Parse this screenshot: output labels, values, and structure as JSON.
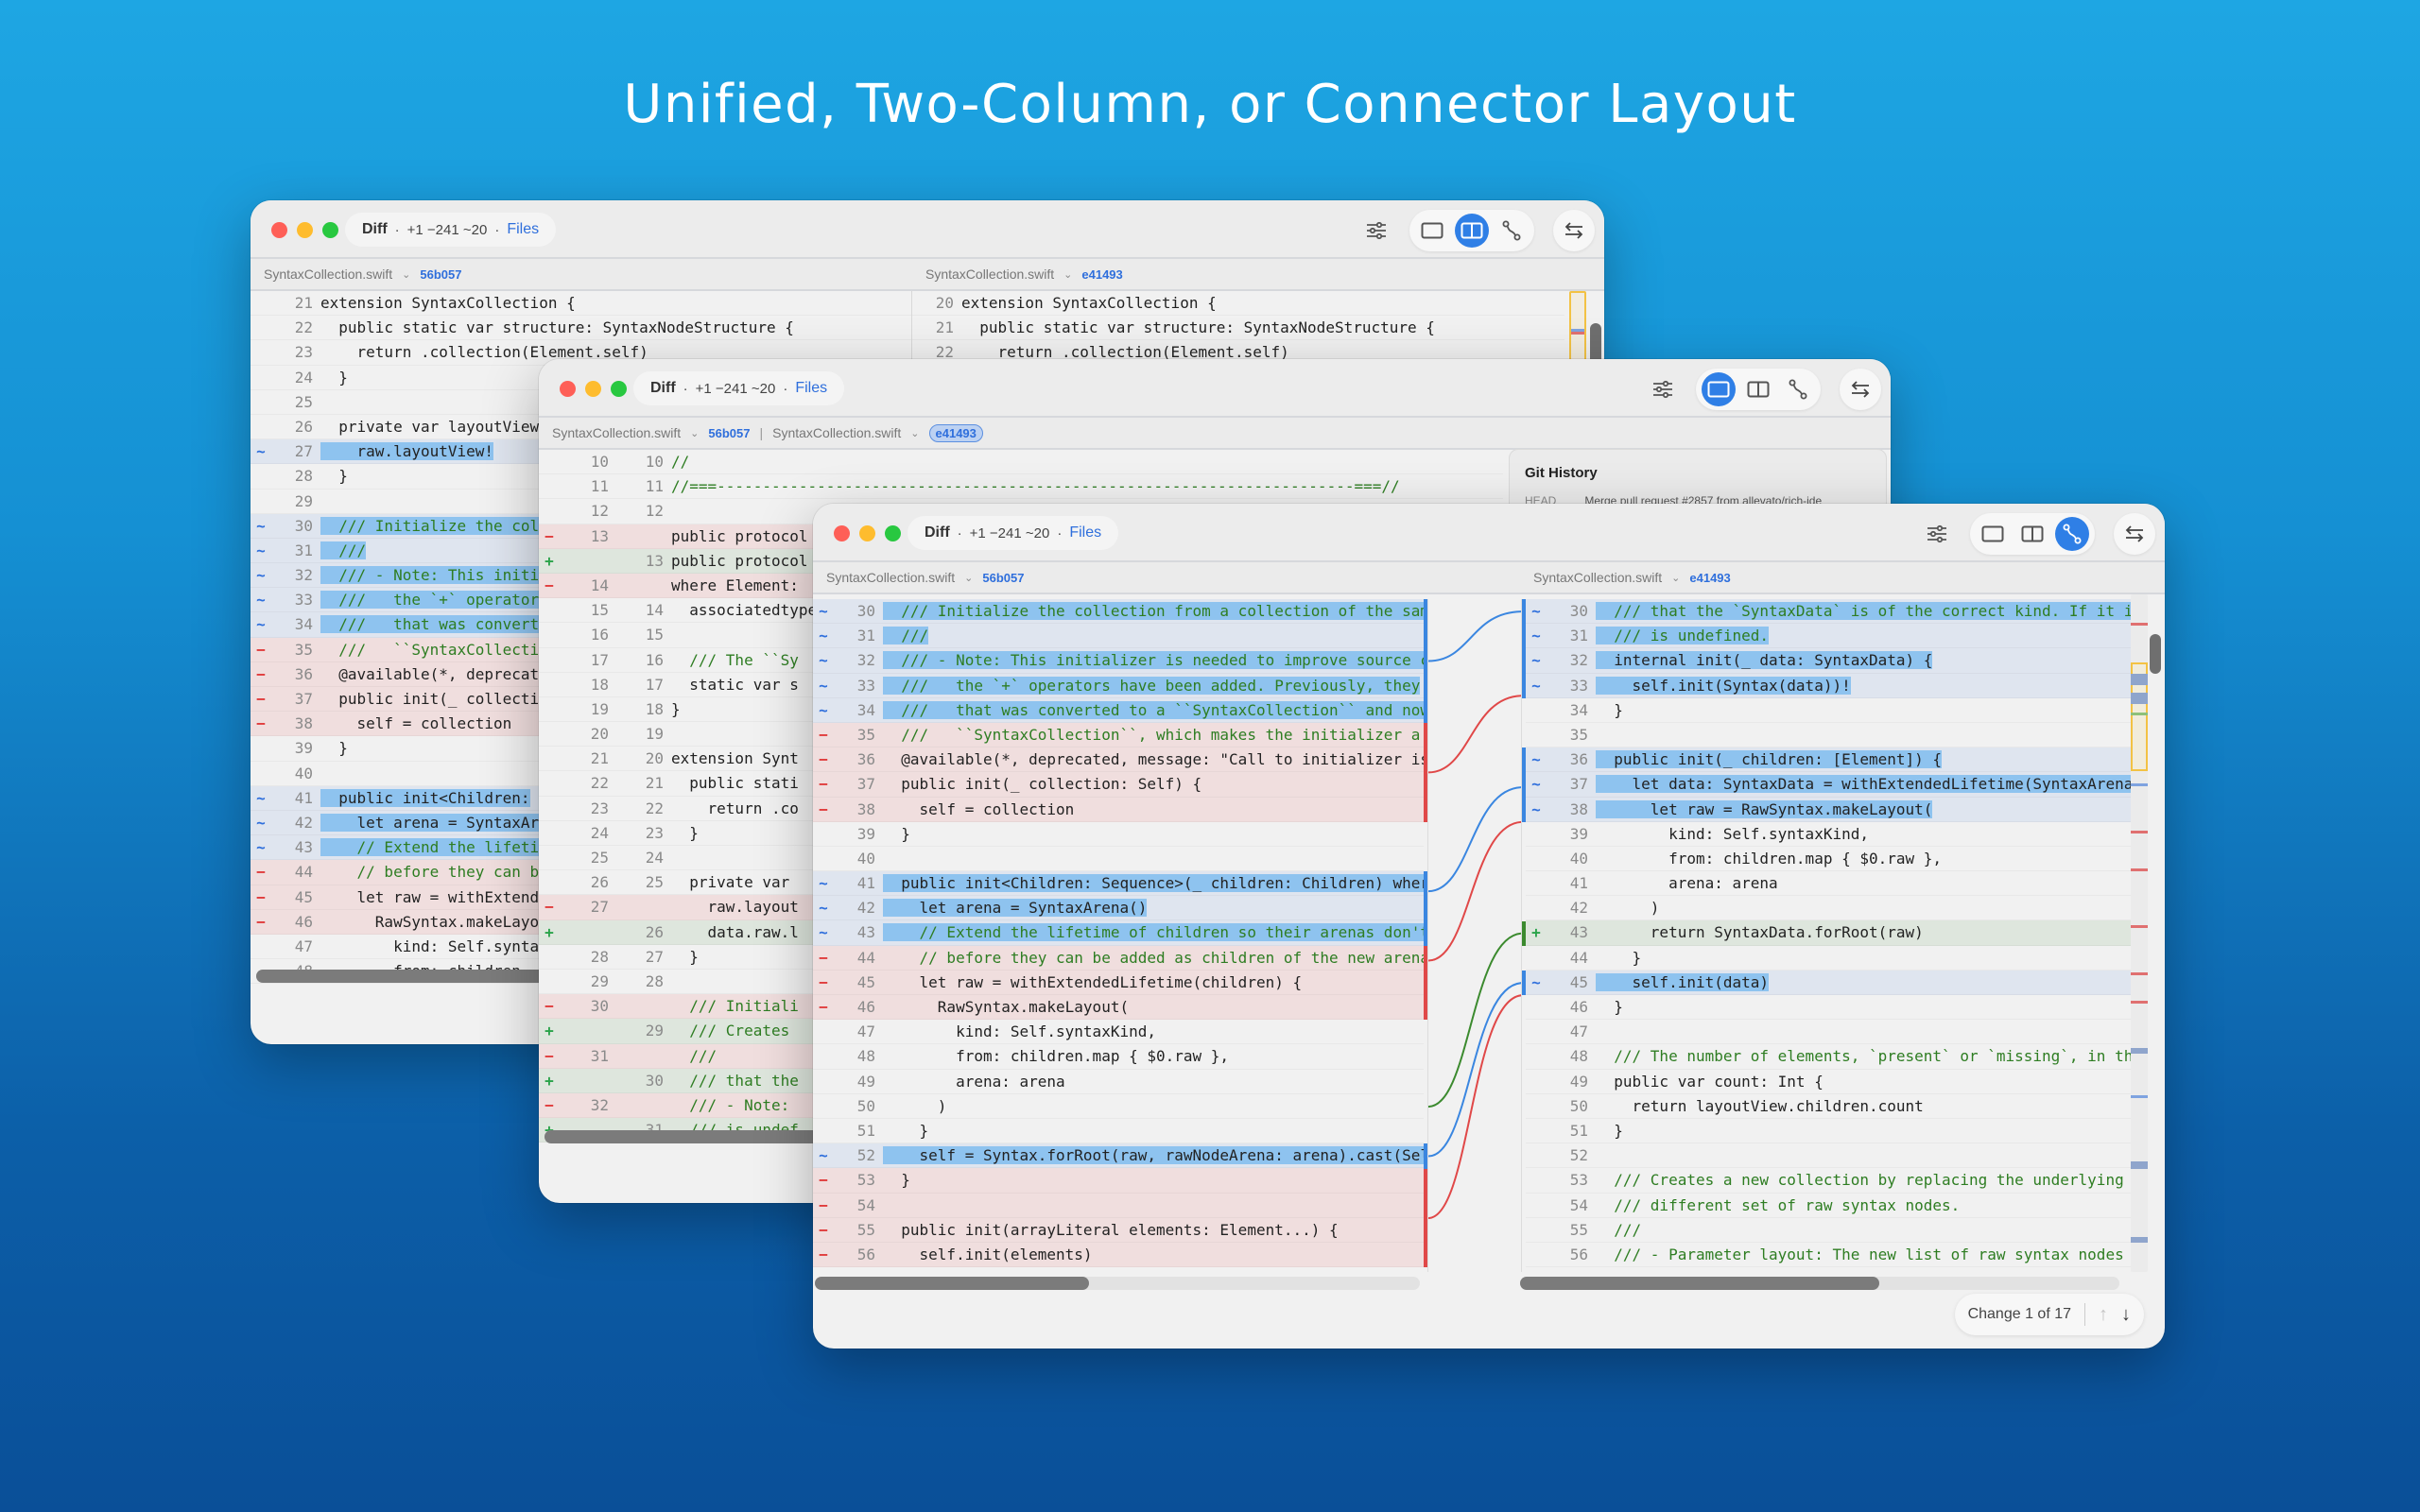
{
  "headline": "Unified, Two-Column, or Connector Layout",
  "common": {
    "title": "Diff",
    "stats": "+1 −241 ~20",
    "dot": "·",
    "files_link": "Files",
    "file_name": "SyntaxCollection.swift",
    "chevron": "⌄",
    "hash_old": "56b057",
    "hash_new": "e41493"
  },
  "windows": [
    {
      "id": "two-column",
      "active_layout": "two-column"
    },
    {
      "id": "unified",
      "active_layout": "unified"
    },
    {
      "id": "connector",
      "active_layout": "connector"
    }
  ],
  "layout_options": [
    "unified",
    "two-column",
    "connector"
  ],
  "git_history": {
    "title": "Git History",
    "rows": [
      {
        "ref": "HEAD",
        "message": "Merge pull request #2857 from allevato/rich-ide"
      }
    ]
  },
  "navigator": {
    "label": "Change 1 of 17",
    "up_icon": "↑",
    "down_icon": "↓"
  },
  "window_two_column": {
    "left_lines": [
      {
        "type": "ctx",
        "n": "21",
        "code": "extension SyntaxCollection {"
      },
      {
        "type": "ctx",
        "n": "22",
        "code": "  public static var structure: SyntaxNodeStructure {"
      },
      {
        "type": "ctx",
        "n": "23",
        "code": "    return .collection(Element.self)"
      },
      {
        "type": "ctx",
        "n": "24",
        "code": "  }"
      },
      {
        "type": "ctx",
        "n": "25",
        "code": ""
      },
      {
        "type": "ctx",
        "n": "26",
        "code": "  private var layoutView"
      },
      {
        "type": "mod",
        "n": "27",
        "code": "    raw.layoutView!"
      },
      {
        "type": "ctx",
        "n": "28",
        "code": "  }"
      },
      {
        "type": "ctx",
        "n": "29",
        "code": ""
      },
      {
        "type": "mod",
        "n": "30",
        "code": "  /// Initialize the col"
      },
      {
        "type": "mod",
        "n": "31",
        "code": "  ///"
      },
      {
        "type": "mod",
        "n": "32",
        "code": "  /// - Note: This initi"
      },
      {
        "type": "mod",
        "n": "33",
        "code": "  ///   the `+` operator"
      },
      {
        "type": "mod",
        "n": "34",
        "code": "  ///   that was convert"
      },
      {
        "type": "del",
        "n": "35",
        "code": "  ///   ``SyntaxCollecti"
      },
      {
        "type": "del",
        "n": "36",
        "code": "  @available(*, deprecat"
      },
      {
        "type": "del",
        "n": "37",
        "code": "  public init(_ collecti"
      },
      {
        "type": "del",
        "n": "38",
        "code": "    self = collection"
      },
      {
        "type": "ctx",
        "n": "39",
        "code": "  }"
      },
      {
        "type": "ctx",
        "n": "40",
        "code": ""
      },
      {
        "type": "mod",
        "n": "41",
        "code": "  public init<Children:"
      },
      {
        "type": "mod",
        "n": "42",
        "code": "    let arena = SyntaxAr"
      },
      {
        "type": "mod",
        "n": "43",
        "code": "    // Extend the lifeti"
      },
      {
        "type": "del",
        "n": "44",
        "code": "    // before they can b"
      },
      {
        "type": "del",
        "n": "45",
        "code": "    let raw = withExtend"
      },
      {
        "type": "del",
        "n": "46",
        "code": "      RawSyntax.makeLayo"
      },
      {
        "type": "ctx",
        "n": "47",
        "code": "        kind: Self.synta"
      },
      {
        "type": "ctx",
        "n": "48",
        "code": "        from: children."
      }
    ],
    "right_lines": [
      {
        "type": "ctx",
        "n": "20",
        "code": "extension SyntaxCollection {"
      },
      {
        "type": "ctx",
        "n": "21",
        "code": "  public static var structure: SyntaxNodeStructure {"
      },
      {
        "type": "ctx",
        "n": "22",
        "code": "    return .collection(Element.self)"
      }
    ]
  },
  "window_unified": {
    "lines": [
      {
        "type": "ctx",
        "o": "10",
        "n": "10",
        "code": "//"
      },
      {
        "type": "ctx",
        "o": "11",
        "n": "11",
        "code": "//===----------------------------------------------------------------------===//"
      },
      {
        "type": "ctx",
        "o": "12",
        "n": "12",
        "code": ""
      },
      {
        "type": "del",
        "o": "13",
        "n": "",
        "code": "public protocol"
      },
      {
        "type": "add",
        "o": "",
        "n": "13",
        "code": "public protocol"
      },
      {
        "type": "del",
        "o": "14",
        "n": "",
        "code": "where Element:"
      },
      {
        "type": "ctx",
        "o": "15",
        "n": "14",
        "code": "  associatedtype"
      },
      {
        "type": "ctx",
        "o": "16",
        "n": "15",
        "code": ""
      },
      {
        "type": "ctx",
        "o": "17",
        "n": "16",
        "code": "  /// The ``Sy"
      },
      {
        "type": "ctx",
        "o": "18",
        "n": "17",
        "code": "  static var s"
      },
      {
        "type": "ctx",
        "o": "19",
        "n": "18",
        "code": "}"
      },
      {
        "type": "ctx",
        "o": "20",
        "n": "19",
        "code": ""
      },
      {
        "type": "ctx",
        "o": "21",
        "n": "20",
        "code": "extension Synt"
      },
      {
        "type": "ctx",
        "o": "22",
        "n": "21",
        "code": "  public stati"
      },
      {
        "type": "ctx",
        "o": "23",
        "n": "22",
        "code": "    return .co"
      },
      {
        "type": "ctx",
        "o": "24",
        "n": "23",
        "code": "  }"
      },
      {
        "type": "ctx",
        "o": "25",
        "n": "24",
        "code": ""
      },
      {
        "type": "ctx",
        "o": "26",
        "n": "25",
        "code": "  private var"
      },
      {
        "type": "del",
        "o": "27",
        "n": "",
        "code": "    raw.layout"
      },
      {
        "type": "add",
        "o": "",
        "n": "26",
        "code": "    data.raw.l"
      },
      {
        "type": "ctx",
        "o": "28",
        "n": "27",
        "code": "  }"
      },
      {
        "type": "ctx",
        "o": "29",
        "n": "28",
        "code": ""
      },
      {
        "type": "del",
        "o": "30",
        "n": "",
        "code": "  /// Initiali"
      },
      {
        "type": "add",
        "o": "",
        "n": "29",
        "code": "  /// Creates"
      },
      {
        "type": "del",
        "o": "31",
        "n": "",
        "code": "  ///"
      },
      {
        "type": "add",
        "o": "",
        "n": "30",
        "code": "  /// that the"
      },
      {
        "type": "del",
        "o": "32",
        "n": "",
        "code": "  /// - Note:"
      },
      {
        "type": "add",
        "o": "",
        "n": "31",
        "code": "  /// is undef"
      }
    ]
  },
  "window_connector": {
    "left_lines": [
      {
        "type": "mod",
        "n": "30",
        "code": "  /// Initialize the collection from a collection of the sam"
      },
      {
        "type": "mod",
        "n": "31",
        "code": "  ///"
      },
      {
        "type": "mod",
        "n": "32",
        "code": "  /// - Note: This initializer is needed to improve source c"
      },
      {
        "type": "mod",
        "n": "33",
        "code": "  ///   the `+` operators have been added. Previously, they"
      },
      {
        "type": "mod",
        "n": "34",
        "code": "  ///   that was converted to a ``SyntaxCollection`` and now"
      },
      {
        "type": "del",
        "n": "35",
        "code": "  ///   ``SyntaxCollection``, which makes the initializer a"
      },
      {
        "type": "del",
        "n": "36",
        "code": "  @available(*, deprecated, message: \"Call to initializer is"
      },
      {
        "type": "del",
        "n": "37",
        "code": "  public init(_ collection: Self) {"
      },
      {
        "type": "del",
        "n": "38",
        "code": "    self = collection"
      },
      {
        "type": "ctx",
        "n": "39",
        "code": "  }"
      },
      {
        "type": "ctx",
        "n": "40",
        "code": ""
      },
      {
        "type": "mod",
        "n": "41",
        "code": "  public init<Children: Sequence>(_ children: Children) wher"
      },
      {
        "type": "mod",
        "n": "42",
        "code": "    let arena = SyntaxArena()"
      },
      {
        "type": "mod",
        "n": "43",
        "code": "    // Extend the lifetime of children so their arenas don't"
      },
      {
        "type": "del",
        "n": "44",
        "code": "    // before they can be added as children of the new arena"
      },
      {
        "type": "del",
        "n": "45",
        "code": "    let raw = withExtendedLifetime(children) {"
      },
      {
        "type": "del",
        "n": "46",
        "code": "      RawSyntax.makeLayout("
      },
      {
        "type": "ctx",
        "n": "47",
        "code": "        kind: Self.syntaxKind,"
      },
      {
        "type": "ctx",
        "n": "48",
        "code": "        from: children.map { $0.raw },"
      },
      {
        "type": "ctx",
        "n": "49",
        "code": "        arena: arena"
      },
      {
        "type": "ctx",
        "n": "50",
        "code": "      )"
      },
      {
        "type": "ctx",
        "n": "51",
        "code": "    }"
      },
      {
        "type": "mod",
        "n": "52",
        "code": "    self = Syntax.forRoot(raw, rawNodeArena: arena).cast(Sel"
      },
      {
        "type": "del",
        "n": "53",
        "code": "  }"
      },
      {
        "type": "del",
        "n": "54",
        "code": ""
      },
      {
        "type": "del",
        "n": "55",
        "code": "  public init(arrayLiteral elements: Element...) {"
      },
      {
        "type": "del",
        "n": "56",
        "code": "    self.init(elements)"
      }
    ],
    "right_lines": [
      {
        "type": "mod",
        "n": "30",
        "code": "  /// that the `SyntaxData` is of the correct kind. If it is"
      },
      {
        "type": "mod",
        "n": "31",
        "code": "  /// is undefined."
      },
      {
        "type": "mod",
        "n": "32",
        "code": "  internal init(_ data: SyntaxData) {"
      },
      {
        "type": "mod",
        "n": "33",
        "code": "    self.init(Syntax(data))!"
      },
      {
        "type": "ctx",
        "n": "34",
        "code": "  }"
      },
      {
        "type": "ctx",
        "n": "35",
        "code": ""
      },
      {
        "type": "mod",
        "n": "36",
        "code": "  public init(_ children: [Element]) {"
      },
      {
        "type": "mod",
        "n": "37",
        "code": "    let data: SyntaxData = withExtendedLifetime(SyntaxArena("
      },
      {
        "type": "mod",
        "n": "38",
        "code": "      let raw = RawSyntax.makeLayout("
      },
      {
        "type": "ctx",
        "n": "39",
        "code": "        kind: Self.syntaxKind,"
      },
      {
        "type": "ctx",
        "n": "40",
        "code": "        from: children.map { $0.raw },"
      },
      {
        "type": "ctx",
        "n": "41",
        "code": "        arena: arena"
      },
      {
        "type": "ctx",
        "n": "42",
        "code": "      )"
      },
      {
        "type": "add",
        "n": "43",
        "code": "      return SyntaxData.forRoot(raw)"
      },
      {
        "type": "ctx",
        "n": "44",
        "code": "    }"
      },
      {
        "type": "mod",
        "n": "45",
        "code": "    self.init(data)"
      },
      {
        "type": "ctx",
        "n": "46",
        "code": "  }"
      },
      {
        "type": "ctx",
        "n": "47",
        "code": ""
      },
      {
        "type": "ctx",
        "n": "48",
        "code": "  /// The number of elements, `present` or `missing`, in thi"
      },
      {
        "type": "ctx",
        "n": "49",
        "code": "  public var count: Int {"
      },
      {
        "type": "ctx",
        "n": "50",
        "code": "    return layoutView.children.count"
      },
      {
        "type": "ctx",
        "n": "51",
        "code": "  }"
      },
      {
        "type": "ctx",
        "n": "52",
        "code": ""
      },
      {
        "type": "ctx",
        "n": "53",
        "code": "  /// Creates a new collection by replacing the underlying l"
      },
      {
        "type": "ctx",
        "n": "54",
        "code": "  /// different set of raw syntax nodes."
      },
      {
        "type": "ctx",
        "n": "55",
        "code": "  ///"
      },
      {
        "type": "ctx",
        "n": "56",
        "code": "  /// - Parameter layout: The new list of raw syntax nodes u"
      }
    ]
  },
  "gutter_symbols": {
    "del": "−",
    "add": "+",
    "mod": "~",
    "ctx": ""
  },
  "colors": {
    "accent": "#2f7fe6",
    "deleted_bg": "#f0dede",
    "added_bg": "#dee6dd",
    "modified_bg": "#dfe5ef",
    "inline_highlight": "#8ec3ef",
    "connector_blue": "#3a86e0",
    "connector_red": "#e04848",
    "connector_green": "#3b8a2e",
    "minimap_border": "#f3c244"
  }
}
